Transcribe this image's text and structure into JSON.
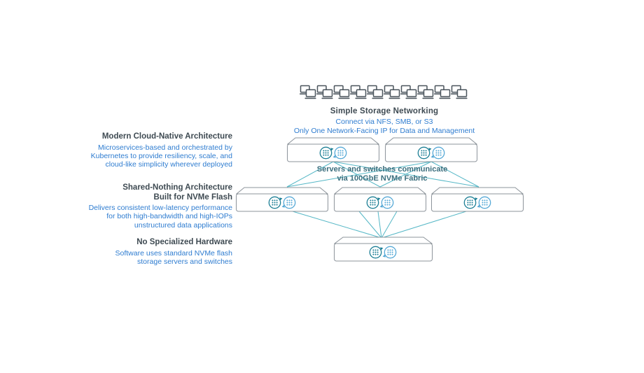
{
  "colors": {
    "heading": "#3e4a52",
    "body_blue": "#2e7cd0",
    "fabric_teal": "#3b6e7d",
    "line_teal": "#55b7c6",
    "box_outline": "#8d949b",
    "logo_teal": "#1d7f95",
    "logo_blue": "#56a9d6",
    "client_icon": "#4a545c",
    "page_bg": "#ffffff"
  },
  "clients": {
    "count": 10,
    "icon": "dual-monitor-icon"
  },
  "icons": {
    "client": "dual-monitor-icon",
    "node_logo": "data-sync-logo-icon"
  },
  "top_note": {
    "title": "Simple Storage Networking",
    "line1": "Connect via NFS, SMB, or S3",
    "line2": "Only One Network-Facing IP for Data and Management"
  },
  "fabric_note": {
    "text": "Servers and switches communicate\nvia 100GbE NVMe Fabric"
  },
  "left_column": {
    "features": [
      {
        "title": "Modern Cloud-Native Architecture",
        "body": "Microservices-based and orchestrated by\nKubernetes to provide resiliency, scale, and\ncloud-like simplicity wherever deployed"
      },
      {
        "title": "Shared-Nothing Architecture\nBuilt for NVMe Flash",
        "body": "Delivers consistent low-latency performance\nfor both high-bandwidth and high-IOPs\nunstructured data applications"
      },
      {
        "title": "No Specialized Hardware",
        "body": "Software uses standard NVMe flash\nstorage servers and switches"
      }
    ]
  },
  "nodes": {
    "switch_count": 2,
    "server_count": 3,
    "storage_count": 1
  }
}
